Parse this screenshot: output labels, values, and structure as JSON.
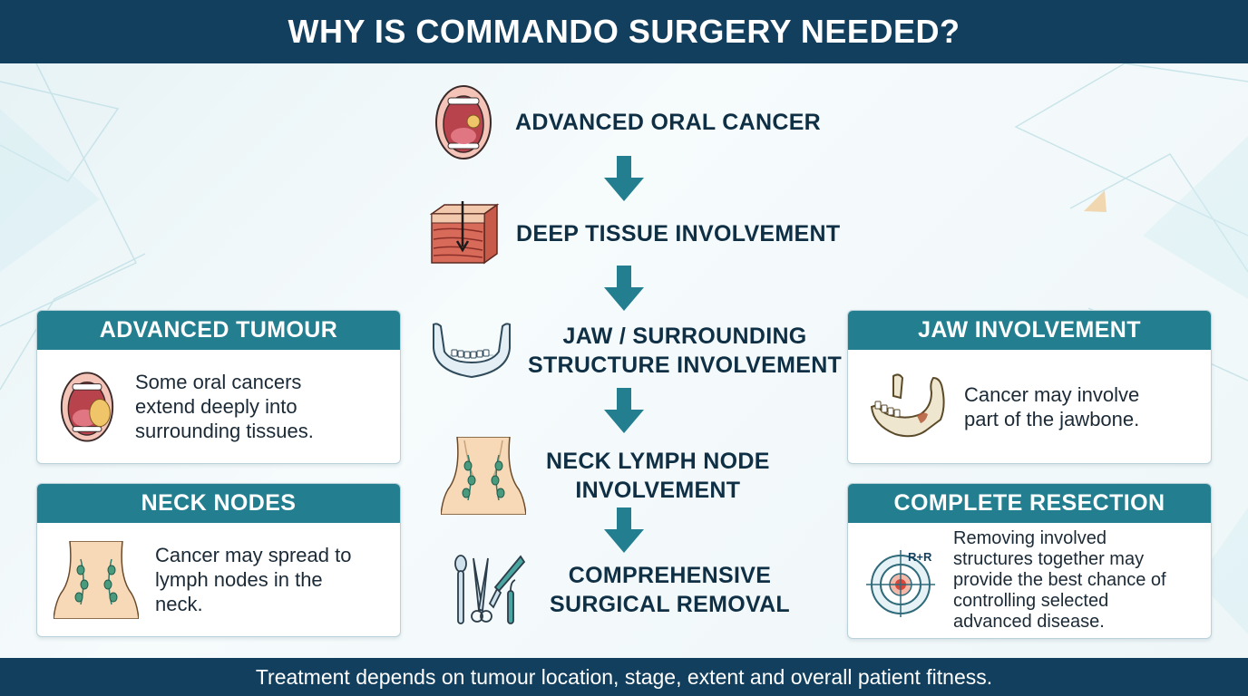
{
  "header": {
    "title": "WHY IS COMMANDO SURGERY NEEDED?"
  },
  "flow": {
    "steps": [
      {
        "label": "ADVANCED ORAL CANCER",
        "icon": "open-mouth-tumour-icon"
      },
      {
        "label": "DEEP TISSUE INVOLVEMENT",
        "icon": "tissue-layers-icon"
      },
      {
        "label_line1": "JAW / SURROUNDING",
        "label_line2": "STRUCTURE INVOLVEMENT",
        "icon": "mandible-icon"
      },
      {
        "label_line1": "NECK LYMPH NODE",
        "label_line2": "INVOLVEMENT",
        "icon": "neck-lymph-nodes-icon"
      },
      {
        "label_line1": "COMPREHENSIVE",
        "label_line2": "SURGICAL REMOVAL",
        "icon": "surgical-instruments-icon"
      }
    ]
  },
  "cards": {
    "advanced_tumour": {
      "title": "ADVANCED TUMOUR",
      "line1": "Some oral cancers",
      "line2": "extend deeply into",
      "line3": "surrounding tissues.",
      "icon": "open-mouth-tumour-icon"
    },
    "neck_nodes": {
      "title": "NECK NODES",
      "line1": "Cancer may spread to",
      "line2": "lymph nodes in the",
      "line3": "neck.",
      "icon": "neck-lymph-nodes-icon"
    },
    "jaw_involvement": {
      "title": "JAW INVOLVEMENT",
      "line1": "Cancer may involve",
      "line2": "part of the jawbone.",
      "icon": "jawbone-icon"
    },
    "complete_resection": {
      "title": "COMPLETE RESECTION",
      "line1": "Removing involved",
      "line2": "structures together may",
      "line3": "provide the best chance of",
      "line4": "controlling selected",
      "line5": "advanced disease.",
      "target_label": "R+R",
      "icon": "target-icon"
    }
  },
  "footer": {
    "note": "Treatment depends on tumour location, stage, extent and overall patient fitness."
  },
  "colors": {
    "header_bg": "#123f5e",
    "card_header": "#237f8f",
    "arrow": "#237f8f",
    "text_dark": "#0f2f45"
  }
}
